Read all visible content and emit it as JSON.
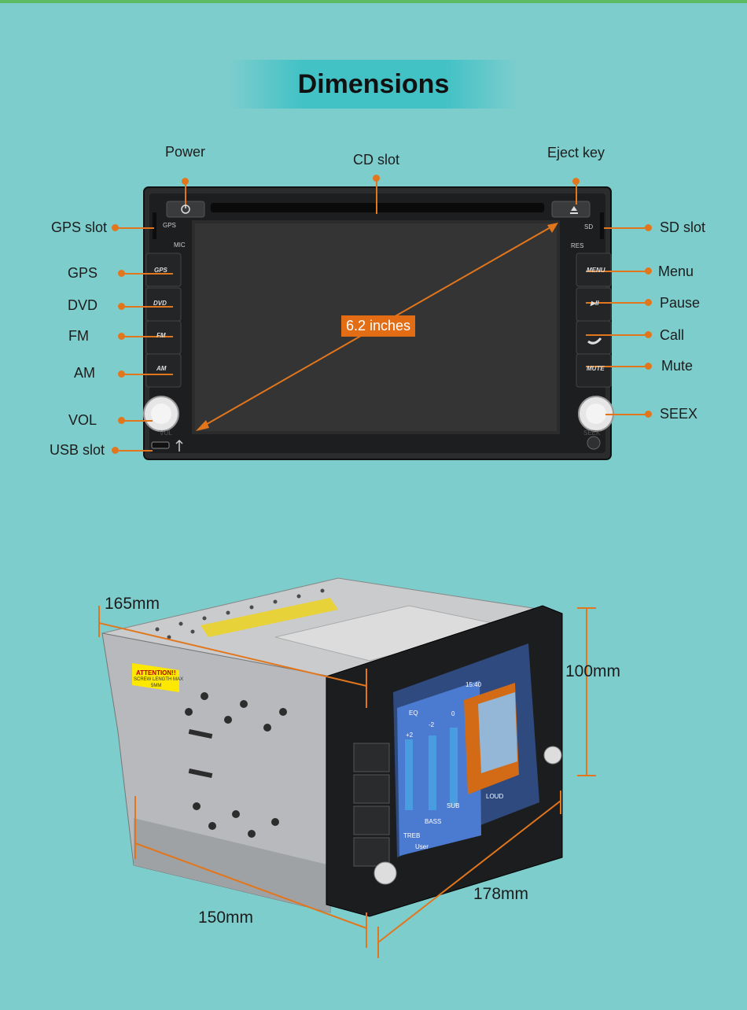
{
  "title": "Dimensions",
  "screen_size": "6.2 inches",
  "top_labels": {
    "power": "Power",
    "cd_slot": "CD slot",
    "eject_key": "Eject key"
  },
  "left_labels": {
    "gps_slot": "GPS slot",
    "gps": "GPS",
    "dvd": "DVD",
    "fm": "FM",
    "am": "AM",
    "vol": "VOL",
    "usb_slot": "USB slot"
  },
  "right_labels": {
    "sd_slot": "SD slot",
    "menu": "Menu",
    "pause": "Pause",
    "call": "Call",
    "mute": "Mute",
    "seex": "SEEX"
  },
  "panel_text": {
    "gps": "GPS",
    "mic": "MIC",
    "sd": "SD",
    "res": "RES",
    "btn_gps": "GPS",
    "btn_dvd": "DVD",
    "btn_fm": "FM",
    "btn_am": "AM",
    "btn_menu": "MENU",
    "btn_pause": "▶II",
    "btn_mute": "MUTE",
    "vol": "VOL",
    "seek": "SEEK"
  },
  "side_screen": {
    "eq": "EQ",
    "time": "15:40",
    "trebl": "TREB",
    "bass": "BASS",
    "sub": "SUB",
    "treb_val": "+2",
    "bass_val": "-2",
    "sub_val": "0",
    "loud": "LOUD",
    "user": "User"
  },
  "sticker": {
    "line1": "ATTENTION!!",
    "line2": "SCREW LENGTH MAX",
    "line3": "5MM"
  },
  "dimensions": {
    "depth": "165mm",
    "height": "100mm",
    "width": "178mm",
    "base": "150mm"
  },
  "colors": {
    "accent": "#e2761c",
    "background": "#7ecdcd",
    "banner": "#43c2c6"
  }
}
